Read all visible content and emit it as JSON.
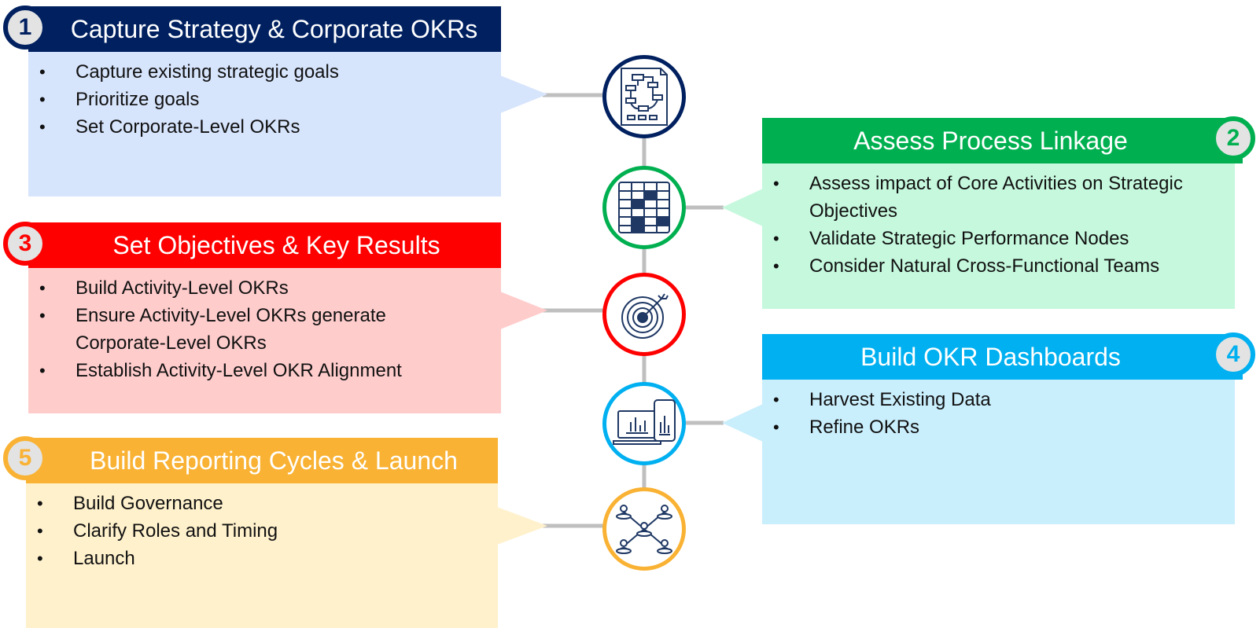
{
  "steps": [
    {
      "number": "1",
      "title": "Capture Strategy & Corporate OKRs",
      "items": [
        "Capture existing strategic goals",
        "Prioritize goals",
        "Set Corporate-Level OKRs"
      ],
      "header_color": "#002060",
      "body_color": "#d6e4fc",
      "badge_text_color": "#002060",
      "icon": "flowchart-document-icon"
    },
    {
      "number": "2",
      "title": "Assess Process Linkage",
      "items": [
        "Assess impact of Core Activities on Strategic Objectives",
        "Validate Strategic Performance Nodes",
        "Consider Natural Cross-Functional Teams"
      ],
      "header_color": "#00b050",
      "body_color": "#c5f8dd",
      "badge_text_color": "#00b050",
      "icon": "matrix-grid-icon"
    },
    {
      "number": "3",
      "title": "Set Objectives & Key Results",
      "items": [
        "Build Activity-Level OKRs",
        "Ensure Activity-Level OKRs generate Corporate-Level OKRs",
        "Establish Activity-Level OKR Alignment"
      ],
      "header_color": "#ff0000",
      "body_color": "#ffcccc",
      "badge_text_color": "#ff0000",
      "icon": "target-icon"
    },
    {
      "number": "4",
      "title": "Build OKR Dashboards",
      "items": [
        "Harvest Existing Data",
        "Refine OKRs"
      ],
      "header_color": "#00b0f0",
      "body_color": "#c9eefc",
      "badge_text_color": "#00b0f0",
      "icon": "devices-dashboard-icon"
    },
    {
      "number": "5",
      "title": "Build Reporting Cycles & Launch",
      "items": [
        "Build Governance",
        "Clarify Roles and Timing",
        "Launch"
      ],
      "header_color": "#f9b233",
      "body_color": "#fff1cc",
      "badge_text_color": "#f9b233",
      "icon": "network-people-icon"
    }
  ]
}
